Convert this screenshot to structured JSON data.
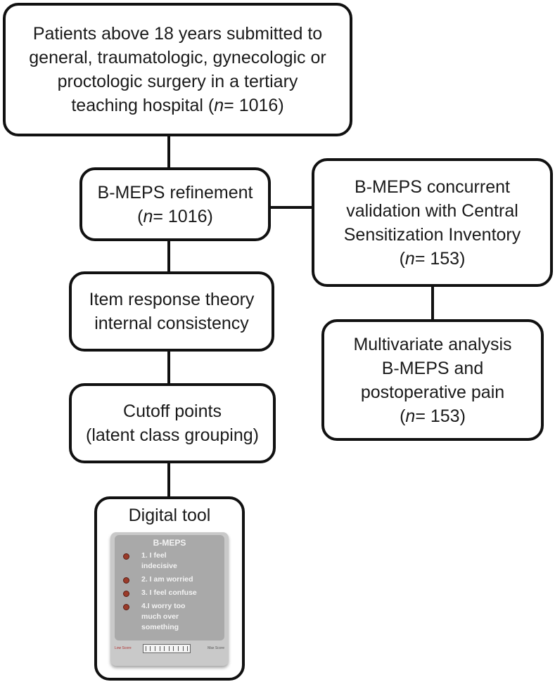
{
  "boxes": {
    "patients": {
      "lines": [
        "Patients above 18 years submitted to",
        "general, traumatologic, gynecologic or",
        "proctologic surgery in a tertiary"
      ],
      "last_prefix": "teaching hospital (",
      "n_label": "n",
      "last_suffix": "= 1016)"
    },
    "refinement": {
      "line1": "B-MEPS refinement",
      "prefix": "(",
      "n_label": "n",
      "suffix": "= 1016)"
    },
    "concurrent": {
      "lines": [
        "B-MEPS concurrent",
        "validation with  Central",
        "Sensitization Inventory"
      ],
      "prefix": "(",
      "n_label": "n",
      "suffix": "= 153)"
    },
    "irt": {
      "lines": [
        "Item response  theory",
        "internal consistency"
      ]
    },
    "multivariate": {
      "lines": [
        "Multivariate analysis",
        "B-MEPS and",
        "postoperative pain"
      ],
      "prefix": "(",
      "n_label": "n",
      "suffix": "= 153)"
    },
    "cutoff": {
      "lines": [
        "Cutoff points",
        "(latent class grouping)"
      ]
    },
    "digital": {
      "title": "Digital tool"
    }
  },
  "tool": {
    "title": "B-MEPS",
    "items": [
      "1. I feel",
      "indecisive",
      "2. I am worried",
      "3. I feel confuse",
      "4.I worry too",
      "much over",
      "something"
    ],
    "scale_left": "Low Score",
    "scale_right": "Max Score"
  },
  "colors": {
    "border": "#111111",
    "tool_bg": "#a9a9a9",
    "bullet": "#9b3b2a"
  }
}
